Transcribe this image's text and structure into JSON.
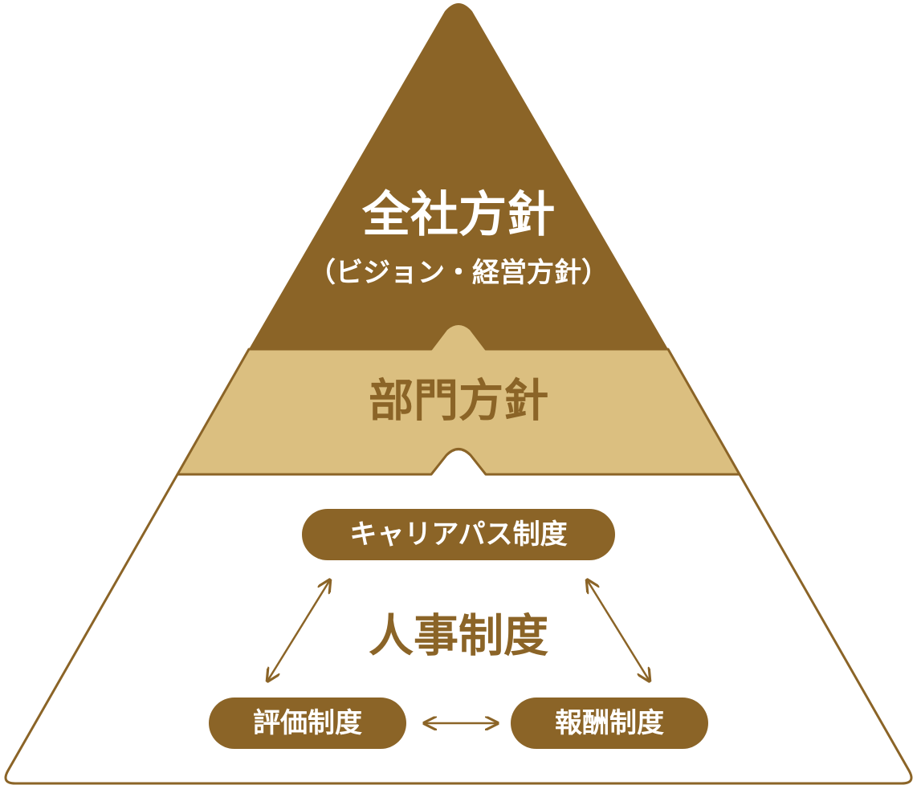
{
  "colors": {
    "primary": "#8b6427",
    "secondary": "#dbbf80",
    "background": "#ffffff",
    "text_light": "#ffffff"
  },
  "top_tier": {
    "title": "全社方針",
    "subtitle": "（ビジョン・経営方針）"
  },
  "middle_tier": {
    "title": "部門方針"
  },
  "bottom_tier": {
    "title": "人事制度",
    "pills": {
      "career_path": "キャリアパス制度",
      "evaluation": "評価制度",
      "compensation": "報酬制度"
    }
  }
}
